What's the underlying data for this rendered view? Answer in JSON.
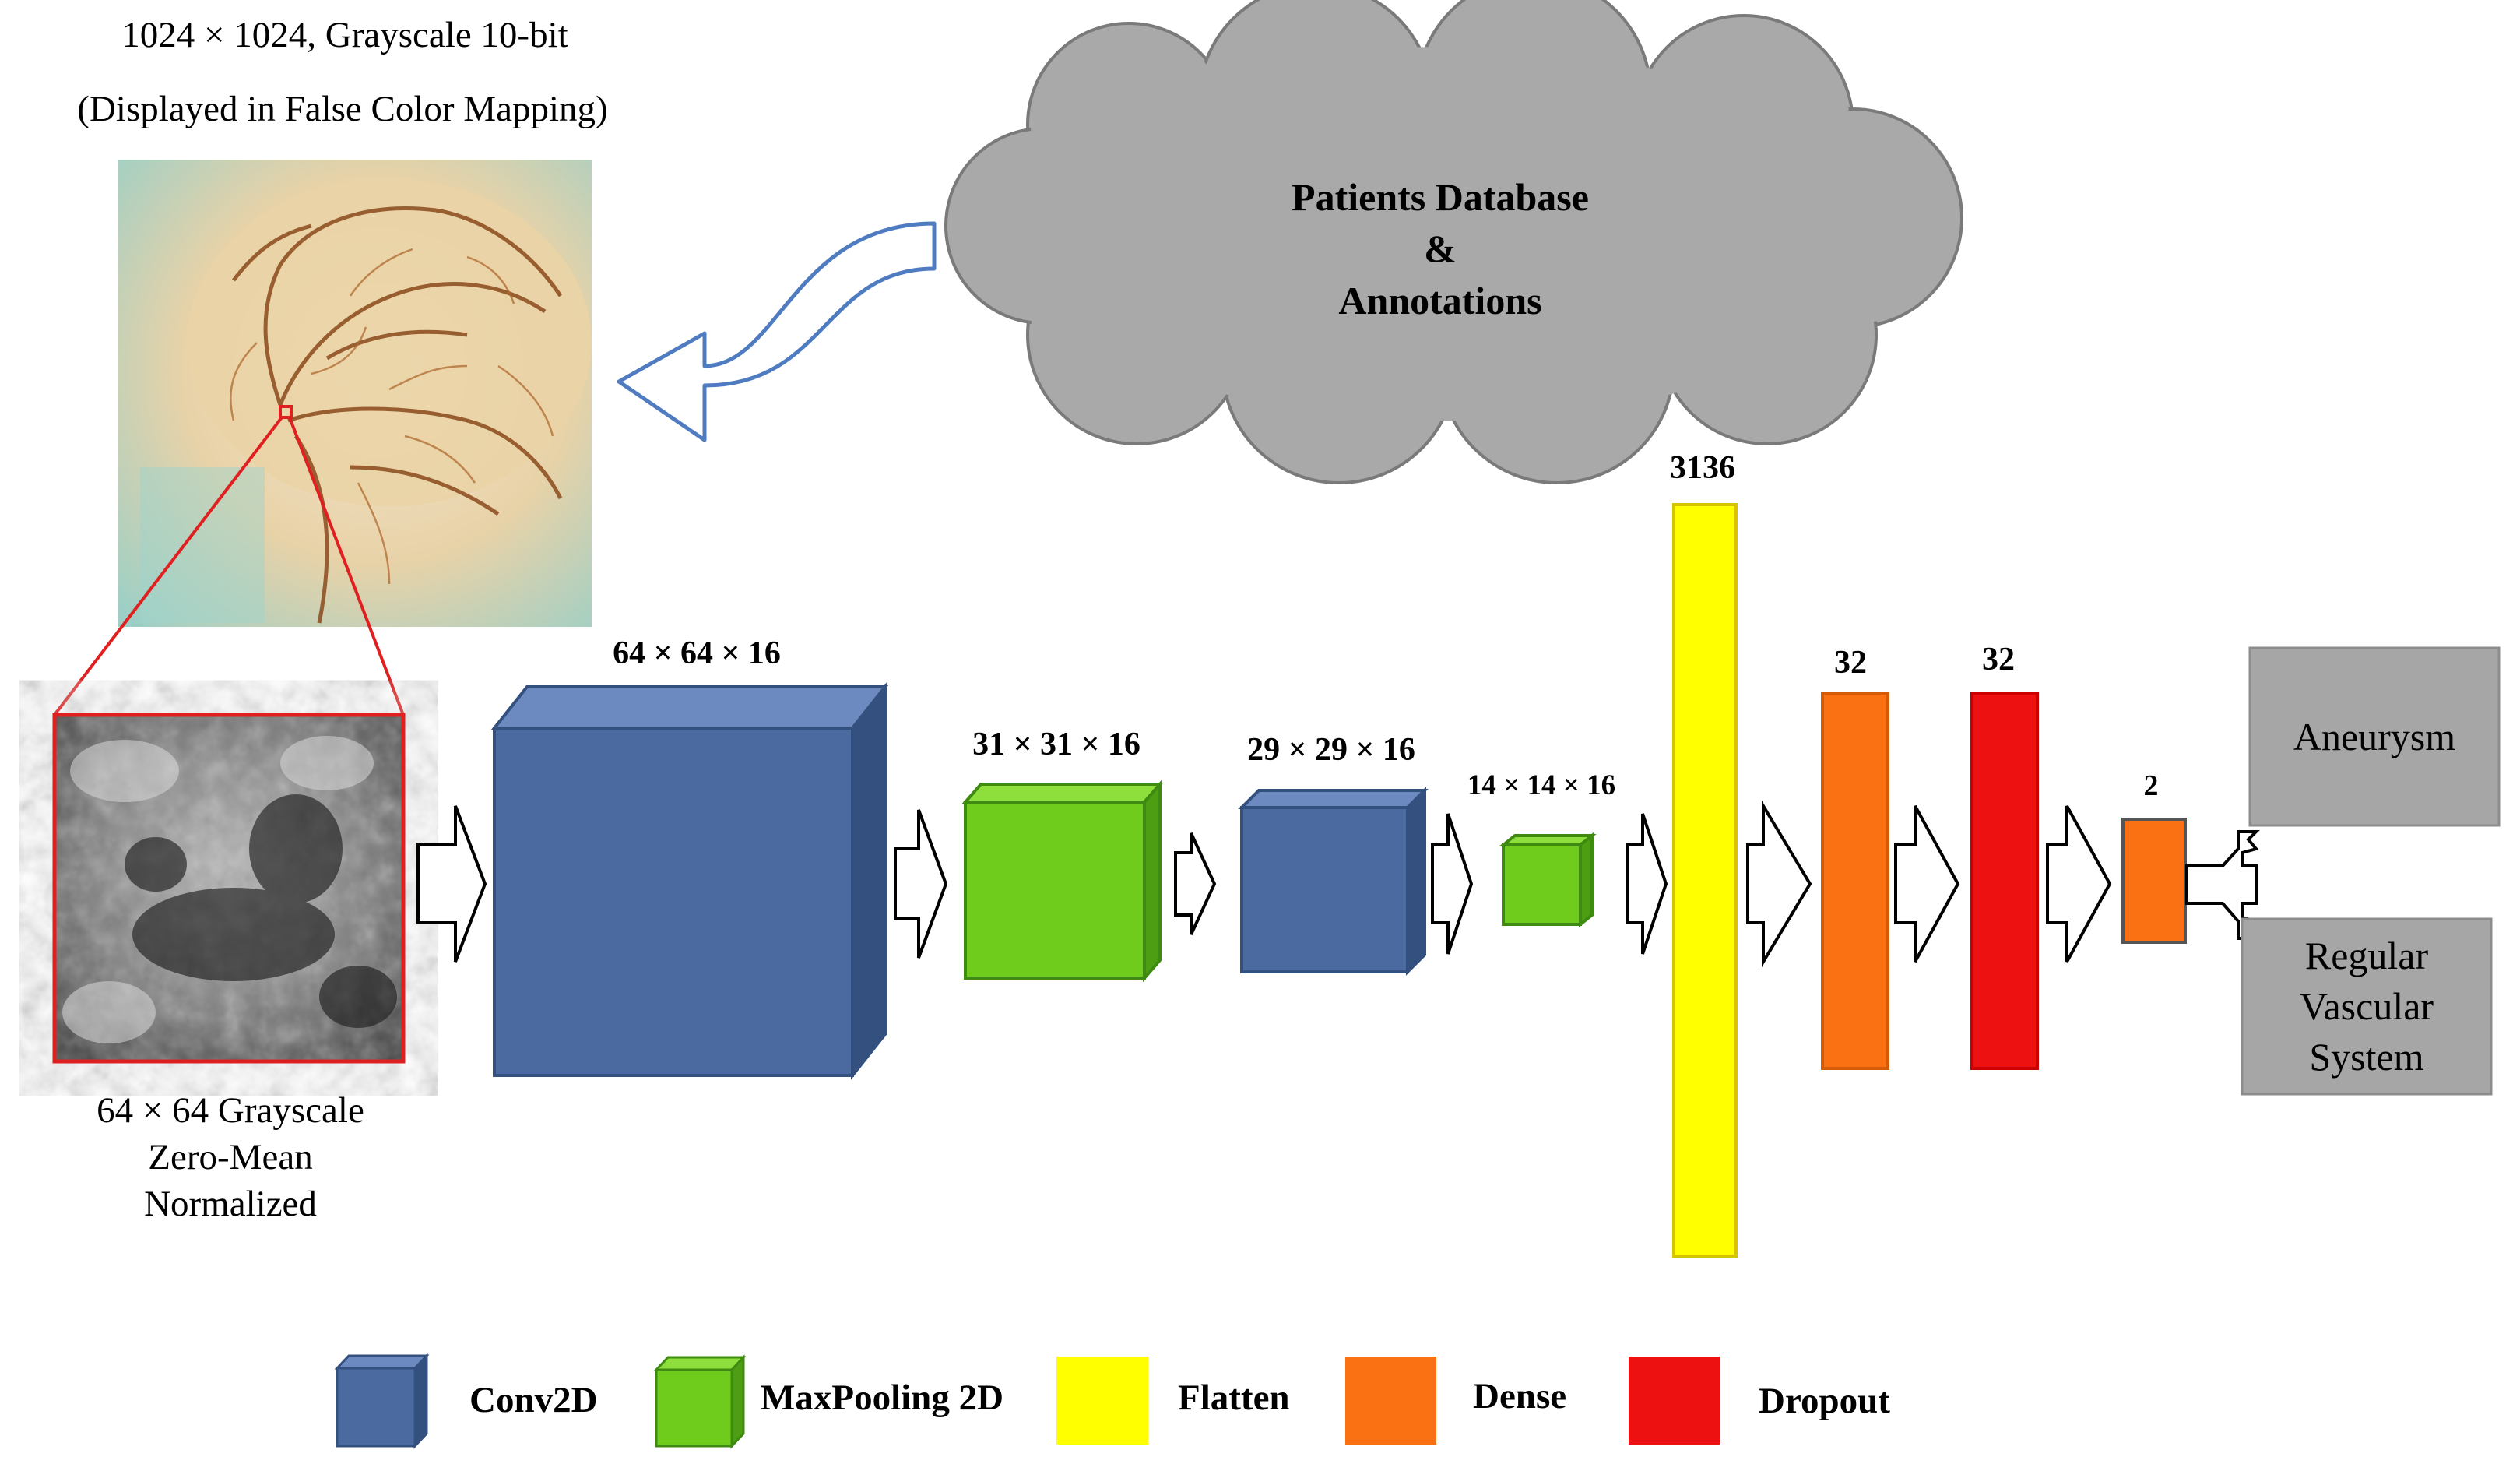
{
  "source_image": {
    "caption_line1": "1024 × 1024, Grayscale 10-bit",
    "caption_line2": "(Displayed in False Color Mapping)"
  },
  "database": {
    "line1": "Patients Database",
    "line2": "&",
    "line3": "Annotations"
  },
  "patch": {
    "caption_line1": "64 × 64  Grayscale",
    "caption_line2": "Zero-Mean",
    "caption_line3": "Normalized"
  },
  "layers": [
    {
      "type": "Conv2D",
      "label": "64 × 64 × 16"
    },
    {
      "type": "MaxPooling 2D",
      "label": "31 × 31 × 16"
    },
    {
      "type": "Conv2D",
      "label": "29 × 29 × 16"
    },
    {
      "type": "MaxPooling 2D",
      "label": "14 × 14 × 16"
    },
    {
      "type": "Flatten",
      "label": "3136"
    },
    {
      "type": "Dense",
      "label": "32"
    },
    {
      "type": "Dropout",
      "label": "32"
    },
    {
      "type": "Dense",
      "label": "2"
    }
  ],
  "outputs": {
    "aneurysm": "Aneurysm",
    "regular_line1": "Regular",
    "regular_line2": "Vascular",
    "regular_line3": "System"
  },
  "legend": [
    {
      "label": "Conv2D",
      "color": "#4a6aa0"
    },
    {
      "label": "MaxPooling 2D",
      "color": "#6fcc1c"
    },
    {
      "label": "Flatten",
      "color": "#ffff00"
    },
    {
      "label": "Dense",
      "color": "#f97112"
    },
    {
      "label": "Dropout",
      "color": "#ee1111"
    }
  ],
  "colors": {
    "conv": "#4a6aa0",
    "pool": "#6fcc1c",
    "flatten": "#ffff00",
    "dense": "#f97112",
    "dropout": "#ee1111",
    "cloud": "#a9a9a9",
    "output_box": "#a6a6a6",
    "callout": "#e02020"
  }
}
